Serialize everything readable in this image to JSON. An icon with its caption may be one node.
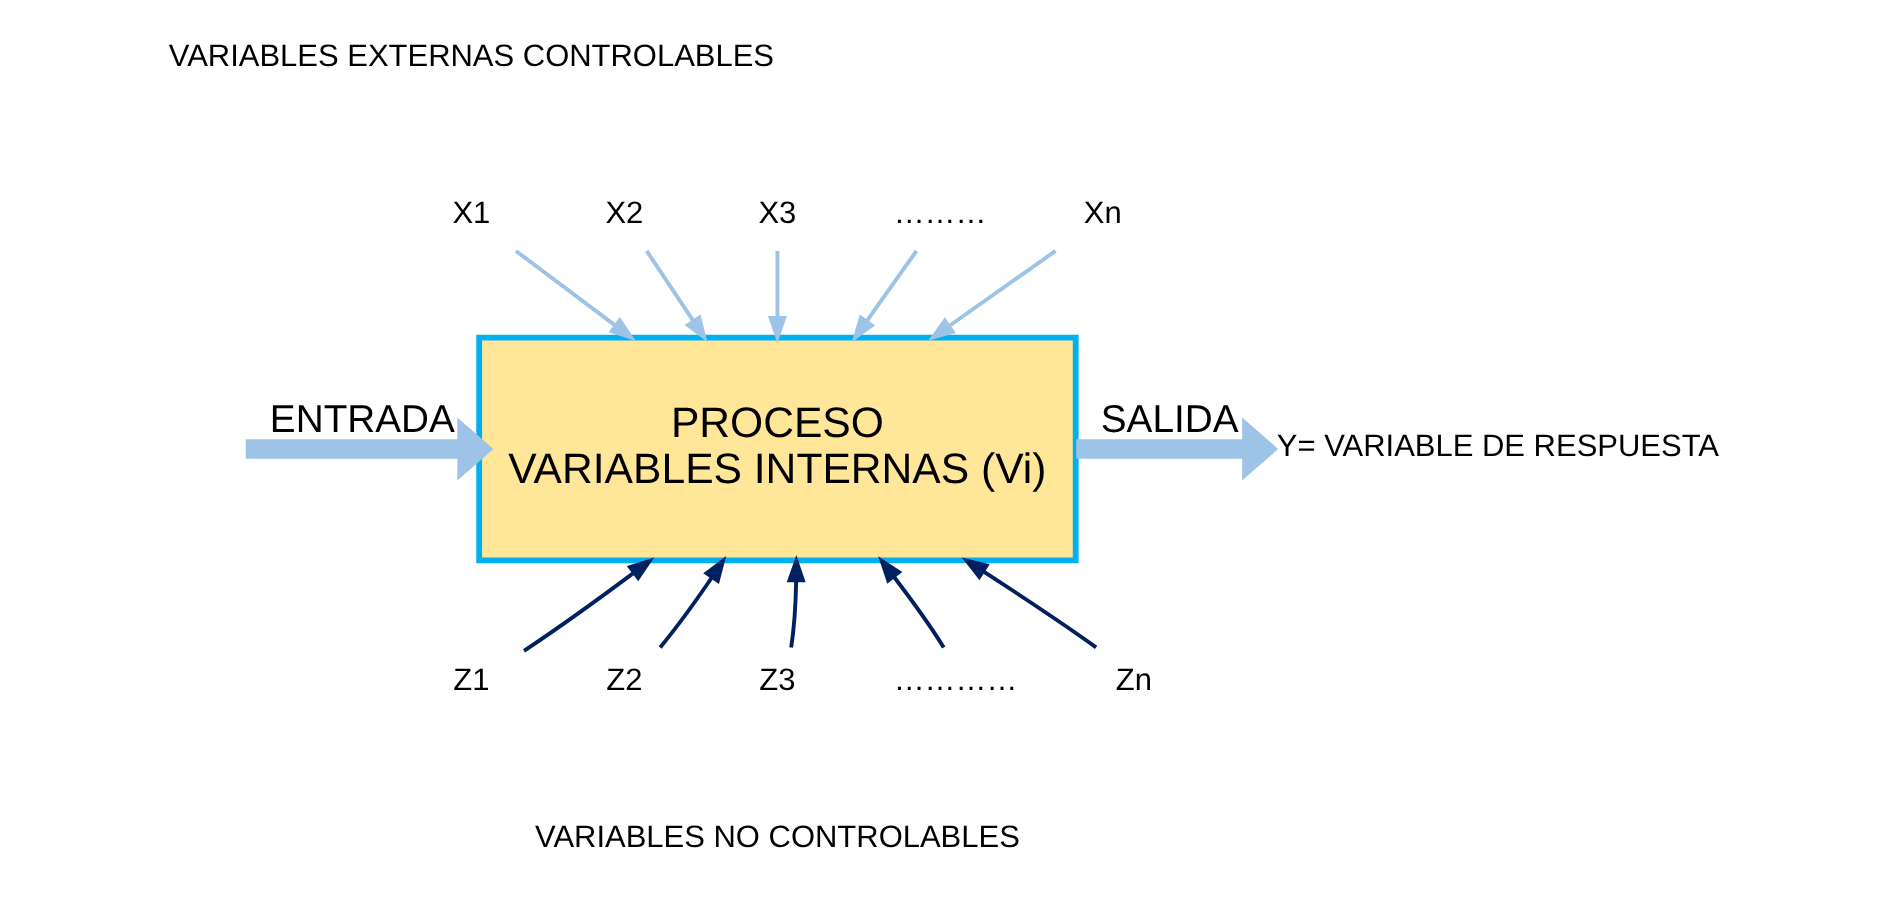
{
  "diagram": {
    "nodes": [
      {
        "text": [
          "PROCESO",
          "VARIABLES INTERNAS (Vi)"
        ]
      },
      {
        "text": [
          "X1"
        ]
      },
      {
        "text": [
          "X2"
        ]
      },
      {
        "text": [
          "X3"
        ]
      },
      {
        "text": [
          "………"
        ]
      },
      {
        "text": [
          "Xn"
        ]
      },
      {
        "text": [
          "Y= VARIABLE DE RESPUESTA"
        ]
      },
      {
        "text": [
          "Z1"
        ]
      },
      {
        "text": [
          "Z2"
        ]
      },
      {
        "text": [
          "Z3"
        ]
      },
      {
        "text": [
          "…………"
        ]
      },
      {
        "text": [
          "Zn"
        ]
      }
    ],
    "edges": [
      {
        "from": 1,
        "to": 0,
        "arrow": "to"
      },
      {
        "from": 2,
        "to": 0,
        "arrow": "to"
      },
      {
        "from": 3,
        "to": 0,
        "arrow": "to"
      },
      {
        "from": 4,
        "to": 0,
        "arrow": "to"
      },
      {
        "from": 5,
        "to": 0,
        "arrow": "to"
      },
      {
        "from": null,
        "to": 0,
        "arrow": "to",
        "label": "ENTRADA",
        "style": "thick"
      },
      {
        "from": 0,
        "to": 6,
        "arrow": "to",
        "label": "SALIDA",
        "style": "thick"
      },
      {
        "from": 7,
        "to": 0,
        "arrow": "to",
        "color": "#002060"
      },
      {
        "from": 8,
        "to": 0,
        "arrow": "to",
        "color": "#002060"
      },
      {
        "from": 9,
        "to": 0,
        "arrow": "to",
        "color": "#002060"
      },
      {
        "from": 10,
        "to": 0,
        "arrow": "to",
        "color": "#002060"
      },
      {
        "from": 11,
        "to": 0,
        "arrow": "to",
        "color": "#002060"
      }
    ],
    "labels": [
      "VARIABLES EXTERNAS CONTROLABLES",
      "VARIABLES NO CONTROLABLES"
    ]
  }
}
